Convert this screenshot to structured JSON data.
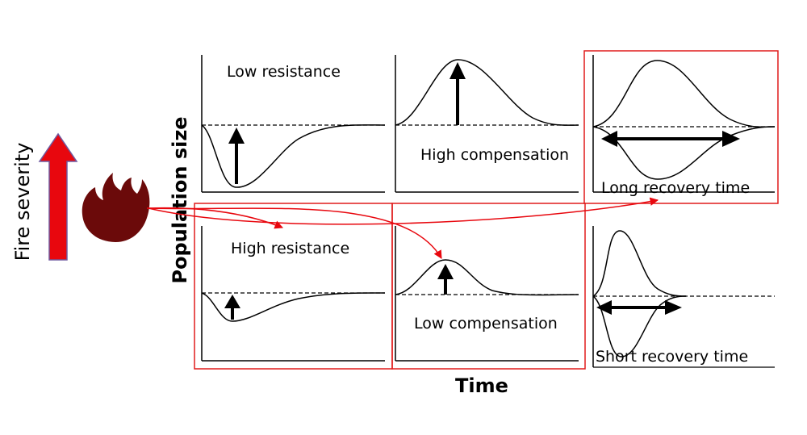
{
  "colors": {
    "arrow_red": "#e8070e",
    "box_red": "#e01b1b",
    "flame": "#6b0a0a",
    "stroke": "#000000"
  },
  "y_axis_label": "Population size",
  "x_axis_label": "Time",
  "severity_label": "Fire severity",
  "icons": [
    "up-arrow-icon",
    "flame-icon"
  ],
  "panels": {
    "low_resistance": "Low resistance",
    "high_compensation": "High compensation",
    "long_recovery": "Long recovery time",
    "high_resistance": "High resistance",
    "low_compensation": "Low compensation",
    "short_recovery": "Short recovery time"
  }
}
